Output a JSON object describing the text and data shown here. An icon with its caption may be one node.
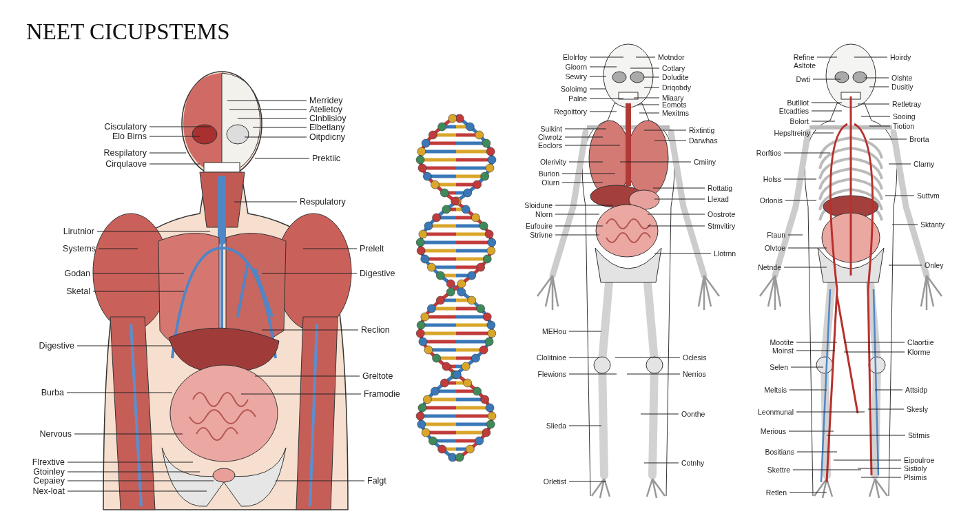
{
  "diagram": {
    "title": "NEET CICUPSTEMS",
    "nodes": [
      {
        "text": [
          "Cisculatory"
        ]
      },
      {
        "text": [
          "Elo Birns"
        ]
      },
      {
        "text": [
          "Respilatory"
        ]
      },
      {
        "text": [
          "Cirqulaove"
        ]
      },
      {
        "text": [
          "Lirutnior"
        ]
      },
      {
        "text": [
          "Systems"
        ]
      },
      {
        "text": [
          "Godan"
        ]
      },
      {
        "text": [
          "Sketal"
        ]
      },
      {
        "text": [
          "Digestive"
        ]
      },
      {
        "text": [
          "Burba"
        ]
      },
      {
        "text": [
          "Nervous"
        ]
      },
      {
        "text": [
          "Flrextive"
        ]
      },
      {
        "text": [
          "Gtoinley"
        ]
      },
      {
        "text": [
          "Cepaiey"
        ]
      },
      {
        "text": [
          "Nex-loat"
        ]
      },
      {
        "text": [
          "Merridey"
        ]
      },
      {
        "text": [
          "Atelietoy"
        ]
      },
      {
        "text": [
          "Clnblisioy"
        ]
      },
      {
        "text": [
          "Elbetlany"
        ]
      },
      {
        "text": [
          "Oitpdicny"
        ]
      },
      {
        "text": [
          "Prektiic"
        ]
      },
      {
        "text": [
          "Respulatory"
        ]
      },
      {
        "text": [
          "Prelelt"
        ]
      },
      {
        "text": [
          "Digestive"
        ]
      },
      {
        "text": [
          "Reclion"
        ]
      },
      {
        "text": [
          "Greltote"
        ]
      },
      {
        "text": [
          "Framodie"
        ]
      },
      {
        "text": [
          "Falgt"
        ]
      },
      {
        "text": [
          "Elolrfoy"
        ]
      },
      {
        "text": [
          "Gloorn"
        ]
      },
      {
        "text": [
          "Sewiry"
        ]
      },
      {
        "text": [
          "Soloimg"
        ]
      },
      {
        "text": [
          "Palne"
        ]
      },
      {
        "text": [
          "Regoittory"
        ]
      },
      {
        "text": [
          "Suikint"
        ]
      },
      {
        "text": [
          "Clwrotz"
        ]
      },
      {
        "text": [
          "Eoclors"
        ]
      },
      {
        "text": [
          "Olerivity"
        ]
      },
      {
        "text": [
          "Burion"
        ]
      },
      {
        "text": [
          "Olurn"
        ]
      },
      {
        "text": [
          "Sloidune"
        ]
      },
      {
        "text": [
          "Nlorn"
        ]
      },
      {
        "text": [
          "Eufouire"
        ]
      },
      {
        "text": [
          "Strivne"
        ]
      },
      {
        "text": [
          "MEHou"
        ]
      },
      {
        "text": [
          "Clolitnioe"
        ]
      },
      {
        "text": [
          "Flewions"
        ]
      },
      {
        "text": [
          "Slieda"
        ]
      },
      {
        "text": [
          "Orletist"
        ]
      },
      {
        "text": [
          "Motndor"
        ]
      },
      {
        "text": [
          "Cotlary"
        ]
      },
      {
        "text": [
          "Doludite"
        ]
      },
      {
        "text": [
          "Driqobdy"
        ]
      },
      {
        "text": [
          "Miaary"
        ]
      },
      {
        "text": [
          "Eomots"
        ]
      },
      {
        "text": [
          "Mexitms"
        ]
      },
      {
        "text": [
          "Rixtintig"
        ]
      },
      {
        "text": [
          "Darwhas"
        ]
      },
      {
        "text": [
          "Cmiiny"
        ]
      },
      {
        "text": [
          "Rottatig"
        ]
      },
      {
        "text": [
          "Llexad"
        ]
      },
      {
        "text": [
          "Oostrote"
        ]
      },
      {
        "text": [
          "Stmvitiry"
        ]
      },
      {
        "text": [
          "Llotrnn"
        ]
      },
      {
        "text": [
          "Oclesis"
        ]
      },
      {
        "text": [
          "Nerrios"
        ]
      },
      {
        "text": [
          "Oonthe"
        ]
      },
      {
        "text": [
          "Cotnhy"
        ]
      },
      {
        "text": [
          "Refine"
        ]
      },
      {
        "text": [
          "Dwti"
        ]
      },
      {
        "text": [
          "Butlliot"
        ]
      },
      {
        "text": [
          "Etcadties"
        ]
      },
      {
        "text": [
          "Bolort"
        ]
      },
      {
        "text": [
          "Hepsltreiny"
        ]
      },
      {
        "text": [
          "Rorftios"
        ]
      },
      {
        "text": [
          "Holss"
        ]
      },
      {
        "text": [
          "Orlonis"
        ]
      },
      {
        "text": [
          "Ftaun"
        ]
      },
      {
        "text": [
          "Olvtoe"
        ]
      },
      {
        "text": [
          "Netnde"
        ]
      },
      {
        "text": [
          "Mootite"
        ]
      },
      {
        "text": [
          "Moinst"
        ]
      },
      {
        "text": [
          "Selen"
        ]
      },
      {
        "text": [
          "Meltsis"
        ]
      },
      {
        "text": [
          "Leonmunal"
        ]
      },
      {
        "text": [
          "Merious"
        ]
      },
      {
        "text": [
          "Bositians"
        ]
      },
      {
        "text": [
          "Skettre"
        ]
      },
      {
        "text": [
          "Retlen"
        ]
      },
      {
        "text": [
          "Hoirdy"
        ]
      },
      {
        "text": [
          "Olshte"
        ]
      },
      {
        "text": [
          "Dusitiy"
        ]
      },
      {
        "text": [
          "Retletray"
        ]
      },
      {
        "text": [
          "Sooing"
        ]
      },
      {
        "text": [
          "Tiotion"
        ]
      },
      {
        "text": [
          "Brorta"
        ]
      },
      {
        "text": [
          "Clarny"
        ]
      },
      {
        "text": [
          "Suttvm"
        ]
      },
      {
        "text": [
          "Sktanty"
        ]
      },
      {
        "text": [
          "Onley"
        ]
      },
      {
        "text": [
          "Claortiie"
        ]
      },
      {
        "text": [
          "Klorme"
        ]
      },
      {
        "text": [
          "Attsidp"
        ]
      },
      {
        "text": [
          "Skesly"
        ]
      },
      {
        "text": [
          "Stitmis"
        ]
      },
      {
        "text": [
          "Eipoulroe"
        ]
      },
      {
        "text": [
          "Sistioly"
        ]
      },
      {
        "text": [
          "Plsimis"
        ]
      }
    ],
    "edges": [
      {
        "from": 0,
        "to": null,
        "arrow": "none"
      },
      {
        "from": 1,
        "to": null,
        "arrow": "none"
      },
      {
        "from": 2,
        "to": null,
        "arrow": "none"
      },
      {
        "from": 3,
        "to": null,
        "arrow": "none"
      },
      {
        "from": 4,
        "to": null,
        "arrow": "none"
      },
      {
        "from": 5,
        "to": null,
        "arrow": "none"
      },
      {
        "from": 6,
        "to": null,
        "arrow": "none"
      },
      {
        "from": 7,
        "to": null,
        "arrow": "none"
      },
      {
        "from": 8,
        "to": null,
        "arrow": "none"
      },
      {
        "from": 9,
        "to": null,
        "arrow": "none"
      },
      {
        "from": 10,
        "to": null,
        "arrow": "none"
      },
      {
        "from": 11,
        "to": null,
        "arrow": "none"
      },
      {
        "from": 12,
        "to": null,
        "arrow": "none"
      },
      {
        "from": 13,
        "to": null,
        "arrow": "none"
      },
      {
        "from": 14,
        "to": null,
        "arrow": "none"
      },
      {
        "from": 15,
        "to": null,
        "arrow": "none"
      },
      {
        "from": 16,
        "to": null,
        "arrow": "none"
      },
      {
        "from": 17,
        "to": null,
        "arrow": "none"
      },
      {
        "from": 18,
        "to": null,
        "arrow": "none"
      },
      {
        "from": 19,
        "to": null,
        "arrow": "none"
      },
      {
        "from": 20,
        "to": null,
        "arrow": "none"
      },
      {
        "from": 21,
        "to": null,
        "arrow": "none"
      },
      {
        "from": 22,
        "to": null,
        "arrow": "none"
      },
      {
        "from": 23,
        "to": null,
        "arrow": "none"
      },
      {
        "from": 24,
        "to": null,
        "arrow": "none"
      },
      {
        "from": 25,
        "to": null,
        "arrow": "none"
      },
      {
        "from": 26,
        "to": null,
        "arrow": "none"
      },
      {
        "from": 27,
        "to": null,
        "arrow": "none"
      },
      {
        "from": 28,
        "to": null,
        "arrow": "none"
      },
      {
        "from": 29,
        "to": null,
        "arrow": "none"
      },
      {
        "from": 30,
        "to": null,
        "arrow": "none"
      },
      {
        "from": 31,
        "to": null,
        "arrow": "none"
      },
      {
        "from": 32,
        "to": null,
        "arrow": "none"
      },
      {
        "from": 33,
        "to": null,
        "arrow": "none"
      },
      {
        "from": 34,
        "to": null,
        "arrow": "none"
      },
      {
        "from": 35,
        "to": null,
        "arrow": "none"
      },
      {
        "from": 36,
        "to": null,
        "arrow": "none"
      },
      {
        "from": 37,
        "to": null,
        "arrow": "none"
      },
      {
        "from": 38,
        "to": null,
        "arrow": "none"
      },
      {
        "from": 39,
        "to": null,
        "arrow": "none"
      },
      {
        "from": 40,
        "to": null,
        "arrow": "none"
      },
      {
        "from": 41,
        "to": null,
        "arrow": "none"
      },
      {
        "from": 42,
        "to": null,
        "arrow": "none"
      },
      {
        "from": 43,
        "to": null,
        "arrow": "none"
      },
      {
        "from": 44,
        "to": null,
        "arrow": "none"
      },
      {
        "from": 45,
        "to": null,
        "arrow": "none"
      },
      {
        "from": 46,
        "to": null,
        "arrow": "none"
      },
      {
        "from": 47,
        "to": null,
        "arrow": "none"
      },
      {
        "from": 48,
        "to": null,
        "arrow": "none"
      },
      {
        "from": 49,
        "to": null,
        "arrow": "none"
      },
      {
        "from": 50,
        "to": null,
        "arrow": "none"
      },
      {
        "from": 51,
        "to": null,
        "arrow": "none"
      },
      {
        "from": 52,
        "to": null,
        "arrow": "none"
      },
      {
        "from": 53,
        "to": null,
        "arrow": "none"
      },
      {
        "from": 54,
        "to": null,
        "arrow": "none"
      },
      {
        "from": 55,
        "to": null,
        "arrow": "none"
      },
      {
        "from": 56,
        "to": null,
        "arrow": "none"
      },
      {
        "from": 57,
        "to": null,
        "arrow": "none"
      },
      {
        "from": 58,
        "to": null,
        "arrow": "none"
      },
      {
        "from": 59,
        "to": null,
        "arrow": "none"
      },
      {
        "from": 60,
        "to": null,
        "arrow": "none"
      },
      {
        "from": 61,
        "to": null,
        "arrow": "none"
      },
      {
        "from": 62,
        "to": null,
        "arrow": "none"
      },
      {
        "from": 63,
        "to": null,
        "arrow": "none"
      },
      {
        "from": 64,
        "to": null,
        "arrow": "none"
      },
      {
        "from": 65,
        "to": null,
        "arrow": "none"
      },
      {
        "from": 66,
        "to": null,
        "arrow": "none"
      },
      {
        "from": 67,
        "to": null,
        "arrow": "none"
      },
      {
        "from": 68,
        "to": null,
        "arrow": "none"
      },
      {
        "from": 69,
        "to": null,
        "arrow": "none"
      },
      {
        "from": 70,
        "to": null,
        "arrow": "none"
      },
      {
        "from": 71,
        "to": null,
        "arrow": "none"
      },
      {
        "from": 72,
        "to": null,
        "arrow": "none"
      },
      {
        "from": 73,
        "to": null,
        "arrow": "none"
      },
      {
        "from": 74,
        "to": null,
        "arrow": "none"
      },
      {
        "from": 75,
        "to": null,
        "arrow": "none"
      },
      {
        "from": 76,
        "to": null,
        "arrow": "none"
      },
      {
        "from": 77,
        "to": null,
        "arrow": "none"
      },
      {
        "from": 78,
        "to": null,
        "arrow": "none"
      },
      {
        "from": 79,
        "to": null,
        "arrow": "none"
      },
      {
        "from": 80,
        "to": null,
        "arrow": "none"
      },
      {
        "from": 81,
        "to": null,
        "arrow": "none"
      },
      {
        "from": 82,
        "to": null,
        "arrow": "none"
      },
      {
        "from": 83,
        "to": null,
        "arrow": "none"
      },
      {
        "from": 84,
        "to": null,
        "arrow": "none"
      },
      {
        "from": 85,
        "to": null,
        "arrow": "none"
      },
      {
        "from": 86,
        "to": null,
        "arrow": "none"
      },
      {
        "from": 87,
        "to": null,
        "arrow": "none"
      },
      {
        "from": 88,
        "to": null,
        "arrow": "none"
      },
      {
        "from": 89,
        "to": null,
        "arrow": "none"
      },
      {
        "from": 90,
        "to": null,
        "arrow": "none"
      },
      {
        "from": 91,
        "to": null,
        "arrow": "none"
      },
      {
        "from": 92,
        "to": null,
        "arrow": "none"
      },
      {
        "from": 93,
        "to": null,
        "arrow": "none"
      },
      {
        "from": 94,
        "to": null,
        "arrow": "none"
      },
      {
        "from": 95,
        "to": null,
        "arrow": "none"
      },
      {
        "from": 96,
        "to": null,
        "arrow": "none"
      },
      {
        "from": 97,
        "to": null,
        "arrow": "none"
      },
      {
        "from": 98,
        "to": null,
        "arrow": "none"
      },
      {
        "from": 99,
        "to": null,
        "arrow": "none"
      },
      {
        "from": 100,
        "to": null,
        "arrow": "none"
      },
      {
        "from": 101,
        "to": null,
        "arrow": "none"
      },
      {
        "from": 102,
        "to": null,
        "arrow": "none"
      },
      {
        "from": 103,
        "to": null,
        "arrow": "none"
      },
      {
        "from": 104,
        "to": null,
        "arrow": "none"
      },
      {
        "from": 105,
        "to": null,
        "arrow": "none"
      },
      {
        "from": 106,
        "to": null,
        "arrow": "none"
      },
      {
        "from": 107,
        "to": null,
        "arrow": "none"
      }
    ],
    "labels": [
      "Asltote"
    ]
  }
}
